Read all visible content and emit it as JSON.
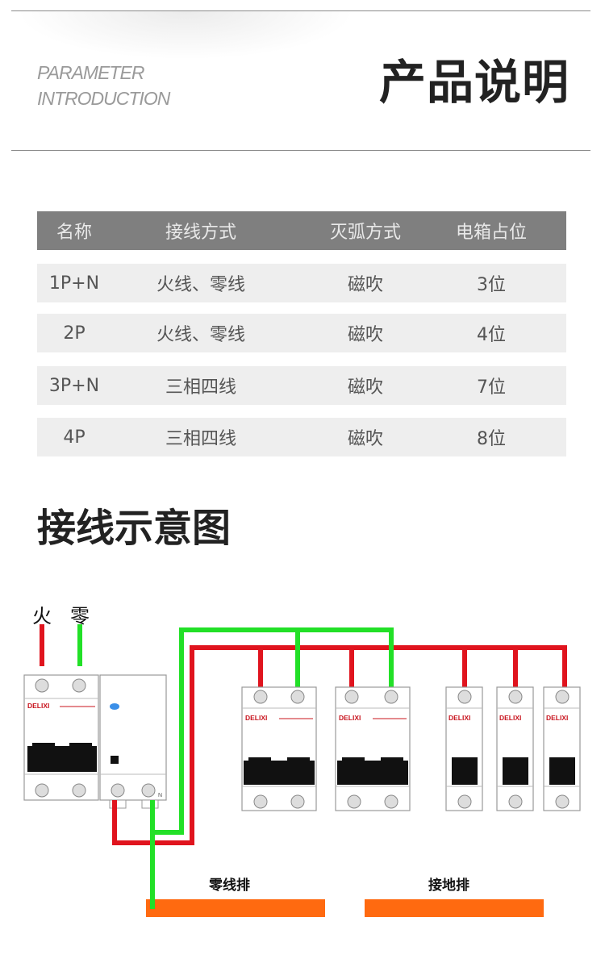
{
  "header": {
    "subtitle_line1": "PARAMETER",
    "subtitle_line2": "INTRODUCTION",
    "title": "产品说明"
  },
  "table": {
    "headers": [
      "名称",
      "接线方式",
      "灭弧方式",
      "电箱占位"
    ],
    "rows": [
      [
        "1P+N",
        "火线、零线",
        "磁吹",
        "3位"
      ],
      [
        "2P",
        "火线、零线",
        "磁吹",
        "4位"
      ],
      [
        "3P+N",
        "三相四线",
        "磁吹",
        "7位"
      ],
      [
        "4P",
        "三相四线",
        "磁吹",
        "8位"
      ]
    ]
  },
  "wiring": {
    "title": "接线示意图",
    "live_label": "火",
    "neutral_label": "零",
    "brand": "DELIXI",
    "terminal_n": "N",
    "neutral_bar_label": "零线排",
    "ground_bar_label": "接地排",
    "colors": {
      "live_wire": "#e0141e",
      "neutral_wire": "#22e027",
      "bar": "#ff6a10",
      "brand_text": "#c8141e"
    }
  }
}
